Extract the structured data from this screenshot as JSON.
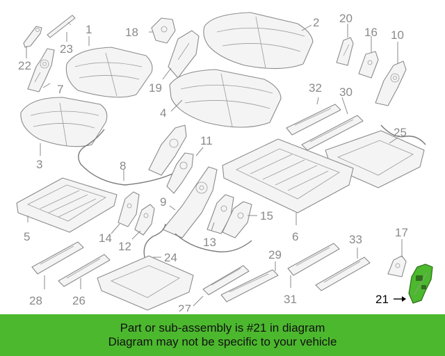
{
  "highlight_color": "#4cb82e",
  "diagram": {
    "callouts": {
      "c1": "1",
      "c2": "2",
      "c3": "3",
      "c4": "4",
      "c5": "5",
      "c6": "6",
      "c7": "7",
      "c8": "8",
      "c9": "9",
      "c10": "10",
      "c11": "11",
      "c12": "12",
      "c13": "13",
      "c14": "14",
      "c15": "15",
      "c16": "16",
      "c17": "17",
      "c18": "18",
      "c19": "19",
      "c20": "20",
      "c21": "21",
      "c22": "22",
      "c23": "23",
      "c24": "24",
      "c25": "25",
      "c26": "26",
      "c27": "27",
      "c28": "28",
      "c29": "29",
      "c30": "30",
      "c31": "31",
      "c32": "32",
      "c33": "33"
    }
  },
  "banner": {
    "line1": "Part or sub-assembly is #21 in diagram",
    "line2": "Diagram may not be specific to your vehicle"
  }
}
